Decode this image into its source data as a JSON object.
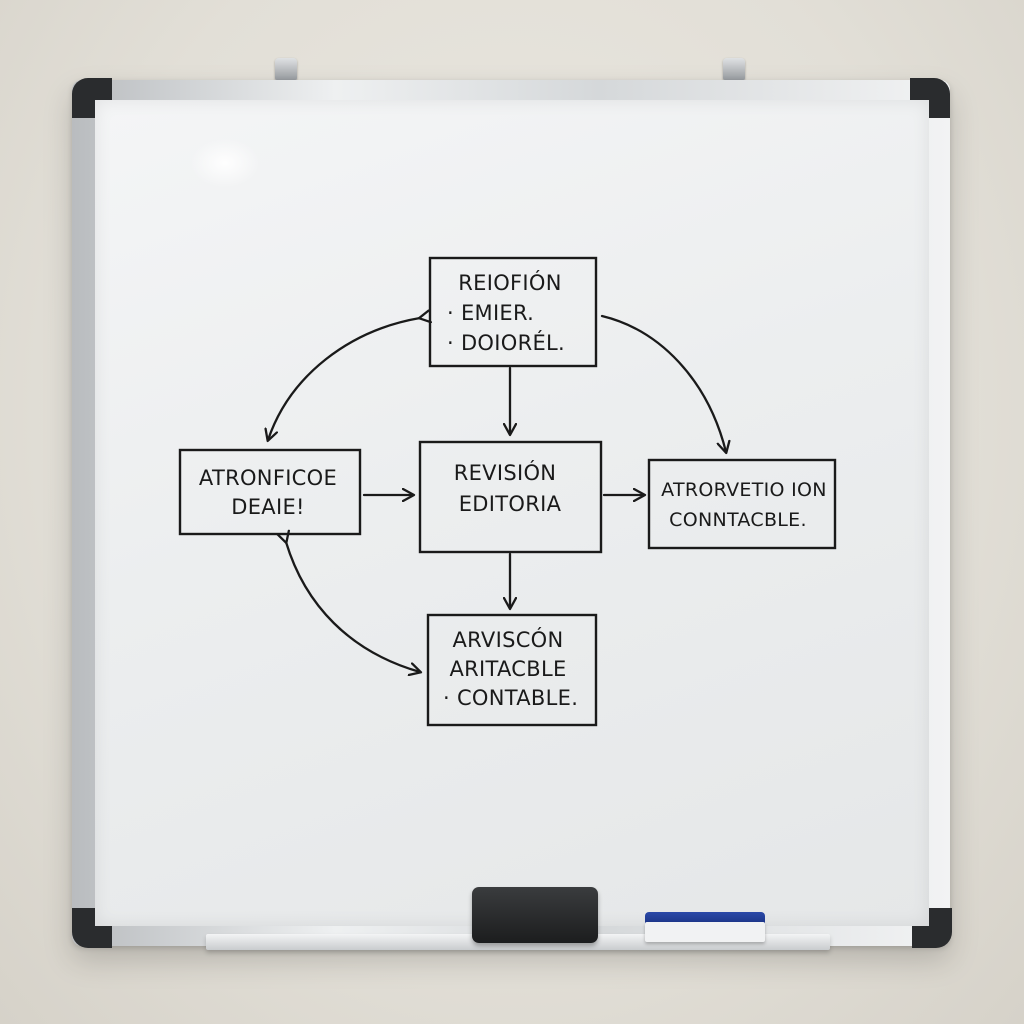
{
  "diagram": {
    "nodes": [
      {
        "id": "top",
        "lines": [
          "REIOFIÓN",
          "· EMIER.",
          "· DOIORÉL."
        ]
      },
      {
        "id": "center",
        "lines": [
          "REVISIÓN",
          "EDITORIA"
        ]
      },
      {
        "id": "left",
        "lines": [
          "ATRONFICOE",
          "DEAIE!"
        ]
      },
      {
        "id": "right",
        "lines": [
          "ATRORVETIO ION",
          "CONNTACBLE."
        ]
      },
      {
        "id": "bottom",
        "lines": [
          "ARVISCÓN",
          "ARITACBLE",
          "· CONTABLE."
        ]
      }
    ],
    "edges": [
      {
        "from": "top",
        "to": "center",
        "style": "straight"
      },
      {
        "from": "left",
        "to": "center",
        "style": "straight"
      },
      {
        "from": "center",
        "to": "right",
        "style": "straight"
      },
      {
        "from": "center",
        "to": "bottom",
        "style": "straight"
      },
      {
        "from": "top",
        "to": "left",
        "style": "curved",
        "bidirectional": true
      },
      {
        "from": "top",
        "to": "right",
        "style": "curved"
      },
      {
        "from": "left",
        "to": "bottom",
        "style": "curved",
        "bidirectional": true
      }
    ],
    "ink_color": "#1a1a1a"
  },
  "scene": {
    "board_color": "#eceeef",
    "marker_color": "#1f3a95",
    "eraser_color": "#2a2b2c"
  }
}
